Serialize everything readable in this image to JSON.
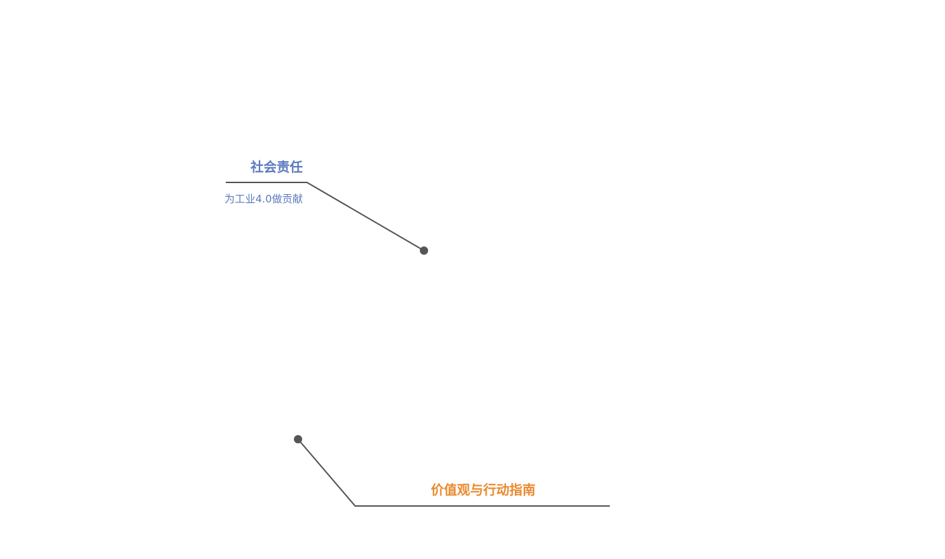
{
  "colors": {
    "connector": "#555555",
    "blue_label": "#5b7bbf",
    "orange_label": "#ea8a2e",
    "background": "#ffffff"
  },
  "callouts": {
    "social_responsibility": {
      "title": "社会责任",
      "subtitle": "为工业4.0做贡献"
    },
    "values_guide": {
      "title": "价值观与行动指南"
    }
  }
}
